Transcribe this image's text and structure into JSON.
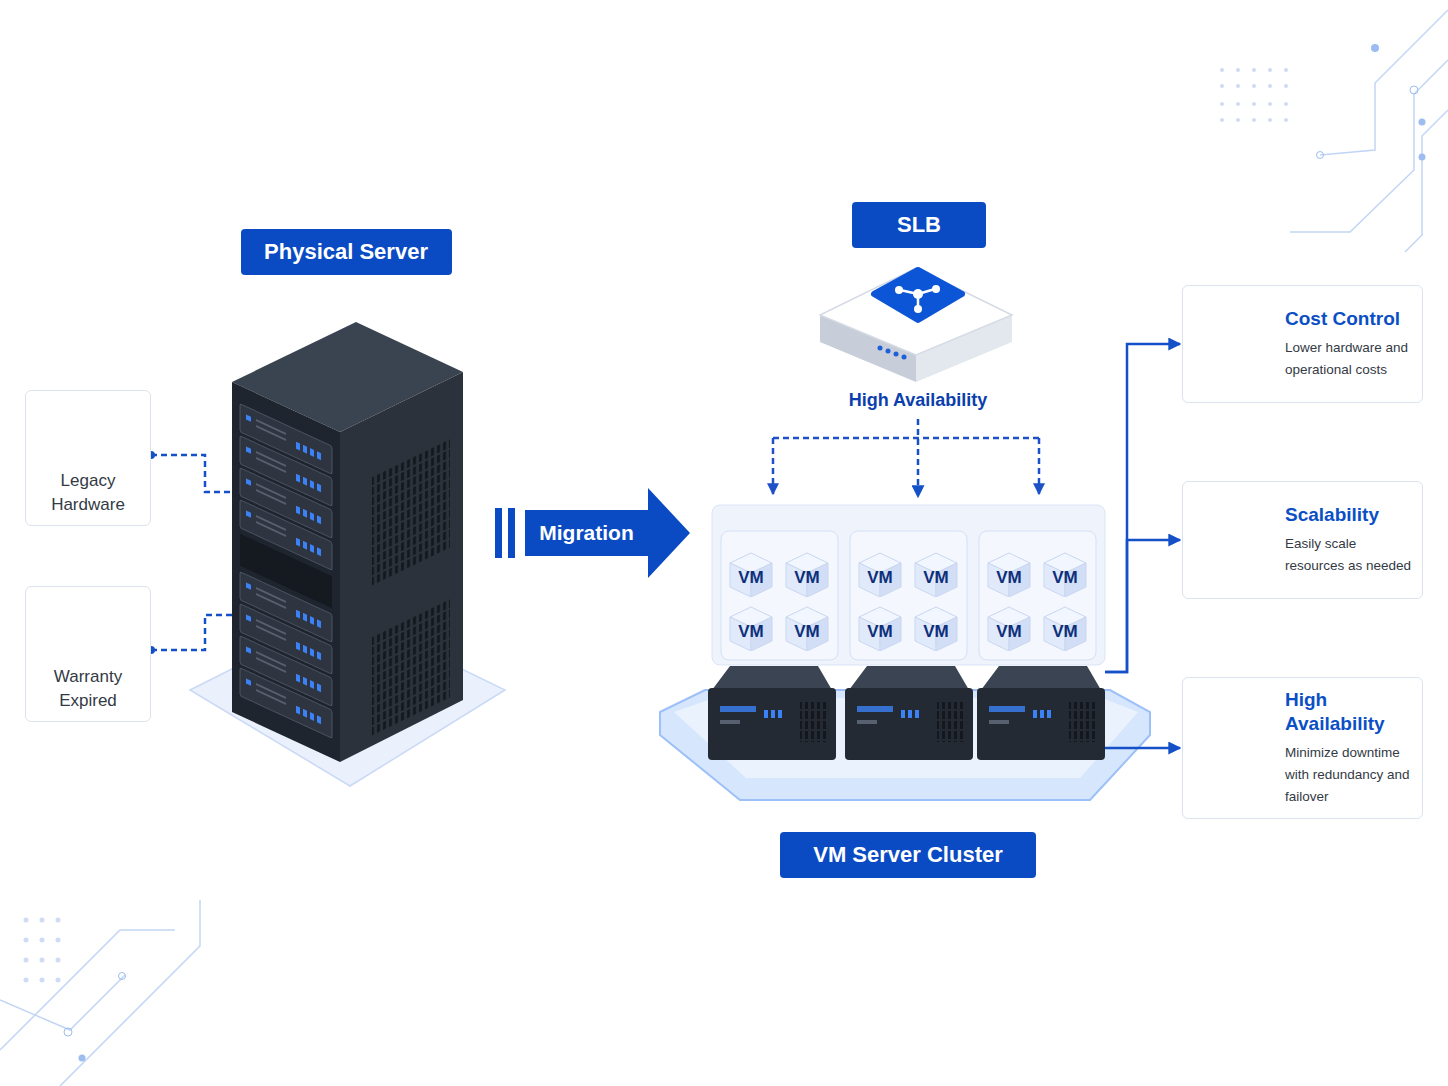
{
  "diagram": {
    "nodes": [
      {
        "text": [
          "Physical Server"
        ]
      },
      {
        "text": [
          "Legacy Hardware"
        ]
      },
      {
        "text": [
          "Warranty Expired"
        ]
      },
      {
        "text": [
          "SLB",
          "High Availability"
        ]
      },
      {
        "text": [
          "VM Server Cluster"
        ]
      },
      {
        "text": [
          "VM"
        ],
        "in": 4
      },
      {
        "text": [
          "VM"
        ],
        "in": 4
      },
      {
        "text": [
          "VM"
        ],
        "in": 4
      },
      {
        "text": [
          "VM"
        ],
        "in": 4
      },
      {
        "text": [
          "VM"
        ],
        "in": 4
      },
      {
        "text": [
          "VM"
        ],
        "in": 4
      },
      {
        "text": [
          "VM"
        ],
        "in": 4
      },
      {
        "text": [
          "VM"
        ],
        "in": 4
      },
      {
        "text": [
          "VM"
        ],
        "in": 4
      },
      {
        "text": [
          "VM"
        ],
        "in": 4
      },
      {
        "text": [
          "VM"
        ],
        "in": 4
      },
      {
        "text": [
          "VM"
        ],
        "in": 4
      },
      {
        "text": [
          "Cost Control",
          "Lower hardware and operational costs"
        ]
      },
      {
        "text": [
          "Scalability",
          "Easily scale resources as needed"
        ]
      },
      {
        "text": [
          "High Availability",
          "Minimize downtime with redundancy and failover"
        ]
      }
    ],
    "edges": [
      {
        "from": 1,
        "to": 0,
        "arrow": "none"
      },
      {
        "from": 2,
        "to": 0,
        "arrow": "none"
      },
      {
        "from": 0,
        "to": 4,
        "label": "Migration",
        "arrow": "to"
      },
      {
        "from": 3,
        "to": 4,
        "arrow": "to"
      },
      {
        "from": 4,
        "to": 17,
        "arrow": "to"
      },
      {
        "from": 4,
        "to": 18,
        "arrow": "to"
      },
      {
        "from": 4,
        "to": 19,
        "arrow": "to"
      }
    ]
  }
}
